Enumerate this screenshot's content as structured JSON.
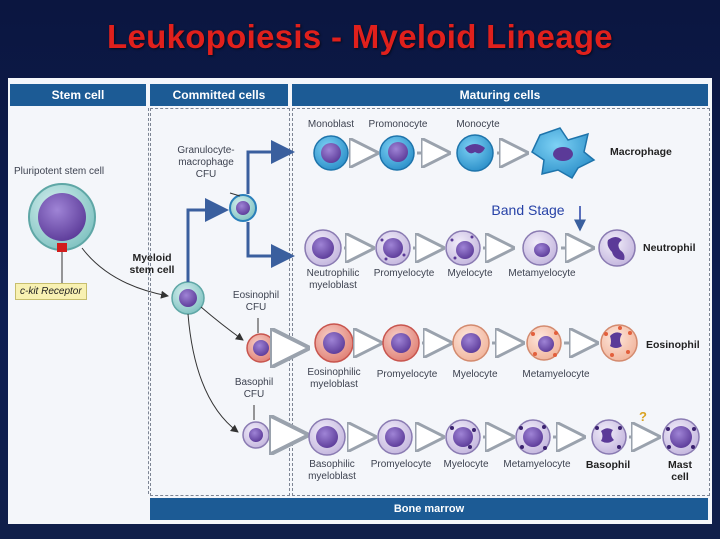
{
  "title": "Leukopoiesis - Myeloid Lineage",
  "headers": {
    "stem": "Stem cell",
    "committed": "Committed cells",
    "maturing": "Maturing cells"
  },
  "footer": "Bone marrow",
  "stem": {
    "label": "Pluripotent stem cell",
    "receptor": "c-kit Receptor"
  },
  "myeloid": "Myeloid\nstem cell",
  "gm_cfu": "Granulocyte-\nmacrophage\nCFU",
  "eos_cfu": "Eosinophil\nCFU",
  "baso_cfu": "Basophil\nCFU",
  "mono_row": {
    "monoblast": "Monoblast",
    "promonocyte": "Promonocyte",
    "monocyte": "Monocyte",
    "macrophage": "Macrophage"
  },
  "band_stage": "Band Stage",
  "neut_row": {
    "myeloblast": "Neutrophilic\nmyeloblast",
    "promyelocyte": "Promyelocyte",
    "myelocyte": "Myelocyte",
    "metamyelocyte": "Metamyelocyte",
    "final": "Neutrophil"
  },
  "eos_row": {
    "myeloblast": "Eosinophilic\nmyeloblast",
    "promyelocyte": "Promyelocyte",
    "myelocyte": "Myelocyte",
    "metamyelocyte": "Metamyelocyte",
    "final": "Eosinophil"
  },
  "baso_row": {
    "myeloblast": "Basophilic\nmyeloblast",
    "promyelocyte": "Promyelocyte",
    "myelocyte": "Myelocyte",
    "metamyelocyte": "Metamyelocyte",
    "basophil": "Basophil",
    "question": "?",
    "mast": "Mast cell"
  },
  "colors": {
    "title": "#e0201c",
    "header": "#1c5b95",
    "arrow_blue": "#3a5f9e",
    "monocyte_blue": "#35a5dc",
    "eosin_red": "#d85a5c"
  }
}
